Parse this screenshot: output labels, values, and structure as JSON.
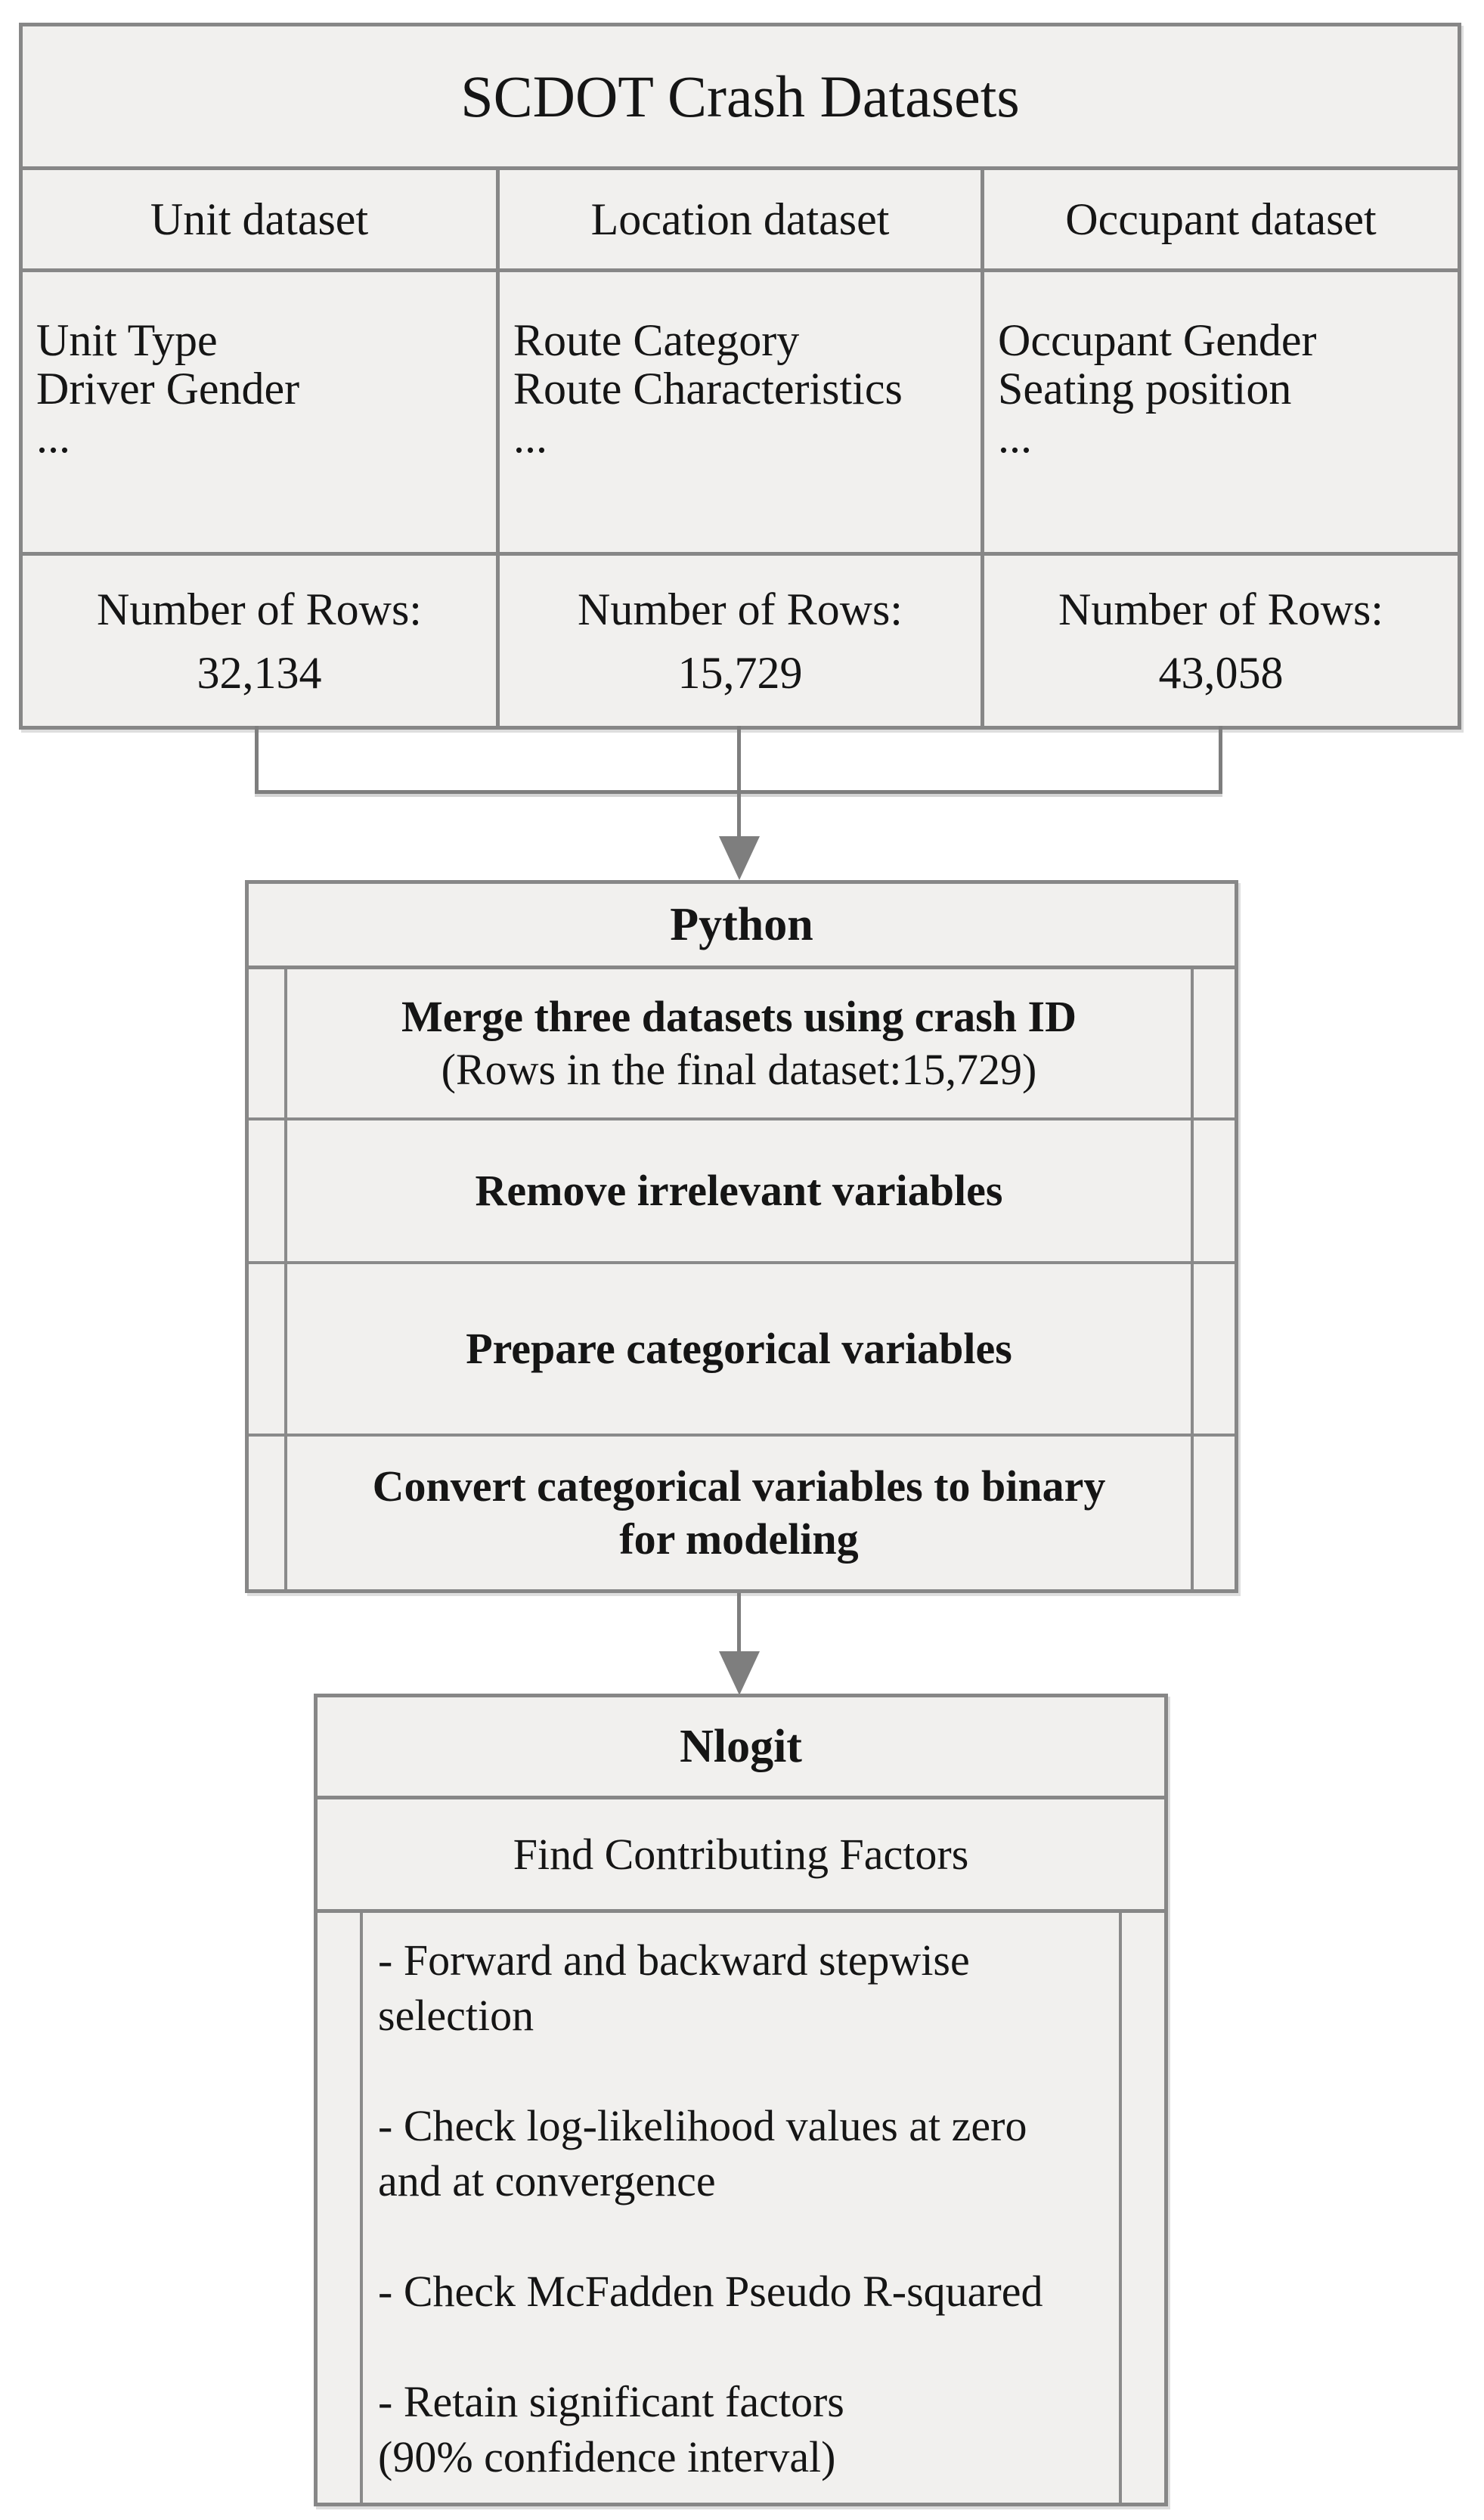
{
  "colors": {
    "cell_fill": "#f1f0ee",
    "border_gray": "#878787",
    "connector_gray": "#7e7e7e",
    "text": "#151515"
  },
  "datasets_table": {
    "title": "SCDOT Crash Datasets",
    "columns": [
      {
        "header": "Unit dataset",
        "attributes": "Unit Type\nDriver Gender\n...",
        "rows_label": "Number of Rows:",
        "rows_value": "32,134"
      },
      {
        "header": "Location dataset",
        "attributes": "Route Category\nRoute Characteristics\n...",
        "rows_label": "Number of Rows:",
        "rows_value": "15,729"
      },
      {
        "header": "Occupant dataset",
        "attributes": "Occupant Gender\nSeating position\n...",
        "rows_label": "Number of Rows:",
        "rows_value": "43,058"
      }
    ]
  },
  "python_box": {
    "title": "Python",
    "steps": [
      {
        "line1": "Merge three datasets using crash ID",
        "line2": "(Rows in the final dataset:15,729)"
      },
      {
        "line1": "Remove irrelevant variables"
      },
      {
        "line1": "Prepare categorical variables"
      },
      {
        "line1": "Convert categorical variables to binary\nfor modeling"
      }
    ]
  },
  "nlogit_box": {
    "title": "Nlogit",
    "subtitle": "Find Contributing Factors",
    "items": [
      "- Forward and backward stepwise\nselection",
      "- Check log-likelihood values at zero\nand at convergence",
      "- Check McFadden Pseudo R-squared",
      "- Retain significant factors\n(90% confidence interval)"
    ]
  }
}
